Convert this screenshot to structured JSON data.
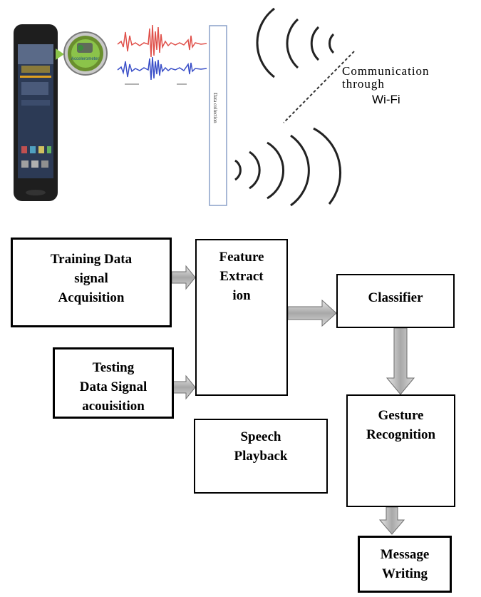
{
  "top_illustration": {
    "phone_icon": "smartphone-icon",
    "sensor_icon": "accelerometer-icon",
    "sensor_label": "Accelerometer",
    "data_collection_label": "Data collection",
    "communication_text_line1": "Communication",
    "communication_text_line2": "through",
    "wifi_text": "Wi-Fi"
  },
  "flowchart": {
    "training": [
      "Training Data",
      "signal",
      "Acquisition"
    ],
    "testing": [
      "Testing",
      "Data Signal",
      "acouisition"
    ],
    "feature_extraction": [
      "Feature",
      "Extract",
      "ion"
    ],
    "classifier": [
      "Classifier"
    ],
    "gesture_recognition": [
      "Gesture",
      "Recognition"
    ],
    "speech_playback": [
      "Speech",
      "Playback"
    ],
    "message_writing": [
      "Message",
      "Writing"
    ]
  },
  "colors": {
    "arrow_fill": "#b8b8b8",
    "arrow_stroke": "#6e6e6e",
    "signal_red": "#e0504a",
    "signal_blue": "#3a4fc8",
    "phone_body": "#1e1e1e",
    "sensor_green": "#8bc34a"
  }
}
